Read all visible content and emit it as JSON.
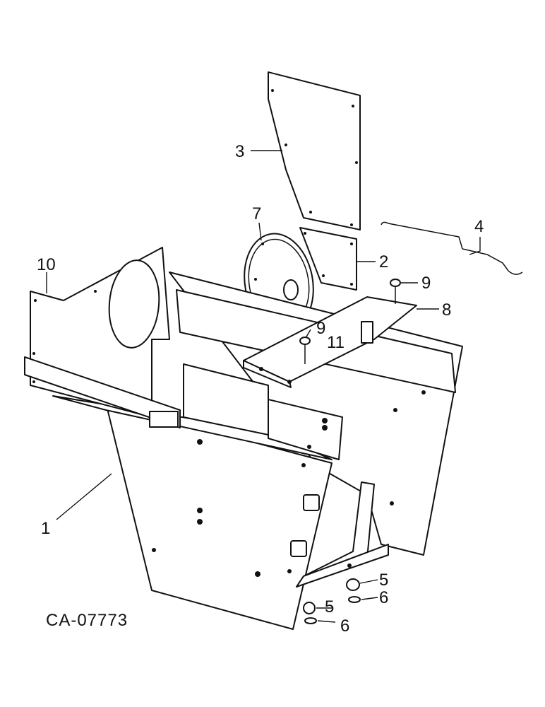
{
  "drawing_code": "CA-07773",
  "callouts": {
    "c1": "1",
    "c2": "2",
    "c3": "3",
    "c4": "4",
    "c5a": "5",
    "c5b": "5",
    "c6a": "6",
    "c6b": "6",
    "c7": "7",
    "c8": "8",
    "c9a": "9",
    "c9b": "9",
    "c10": "10",
    "c11": "11"
  }
}
